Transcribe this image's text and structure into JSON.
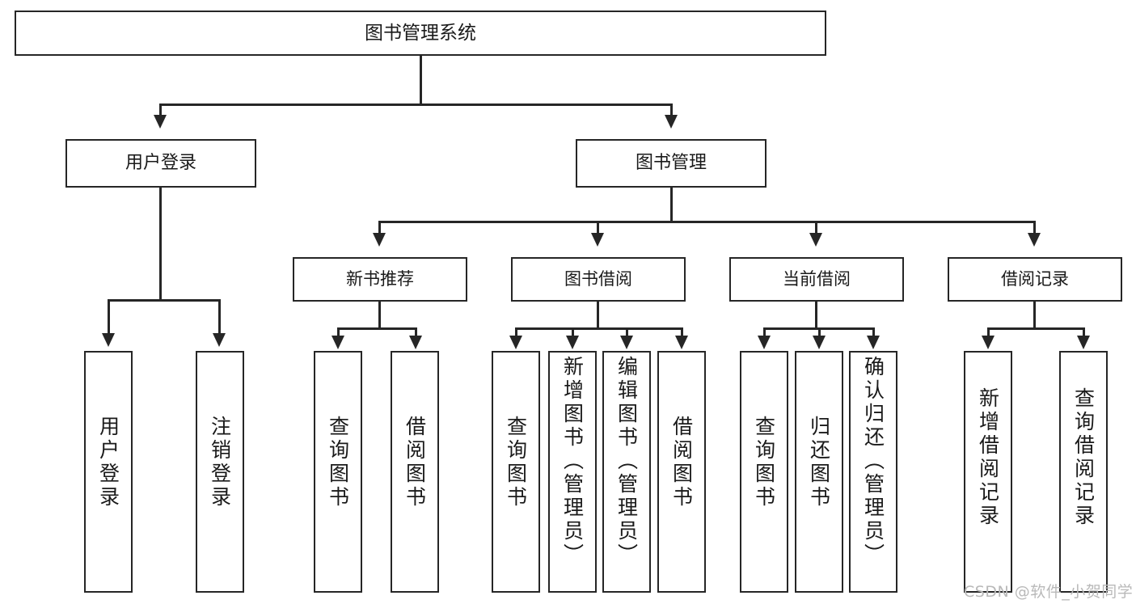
{
  "diagram": {
    "title": "图书管理系统",
    "type": "tree-hierarchy-functional-structure",
    "root": {
      "label": "图书管理系统"
    },
    "level2": [
      {
        "label": "用户登录"
      },
      {
        "label": "图书管理"
      }
    ],
    "level3": [
      {
        "label": "新书推荐"
      },
      {
        "label": "图书借阅"
      },
      {
        "label": "当前借阅"
      },
      {
        "label": "借阅记录"
      }
    ],
    "leaves": {
      "user_login": [
        {
          "label": "用户登录"
        },
        {
          "label": "注销登录"
        }
      ],
      "new_book_recommend": [
        {
          "label": "查询图书"
        },
        {
          "label": "借阅图书"
        }
      ],
      "book_borrow": [
        {
          "label": "查询图书"
        },
        {
          "label": "新增图书（管理员）"
        },
        {
          "label": "编辑图书（管理员）"
        },
        {
          "label": "借阅图书"
        }
      ],
      "current_borrow": [
        {
          "label": "查询图书"
        },
        {
          "label": "归还图书"
        },
        {
          "label": "确认归还（管理员）"
        }
      ],
      "borrow_record": [
        {
          "label": "新增借阅记录"
        },
        {
          "label": "查询借阅记录"
        }
      ]
    }
  },
  "watermark": {
    "text": "CSDN @软件_小贺同学"
  },
  "colors": {
    "stroke": "#262626",
    "background": "#ffffff",
    "text": "#1a1a1a",
    "watermark": "#b9b9b9"
  }
}
